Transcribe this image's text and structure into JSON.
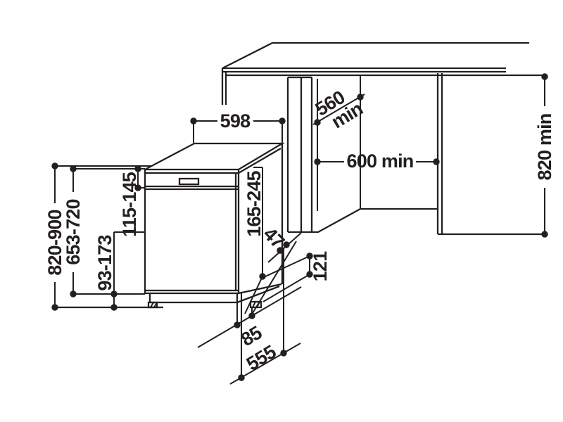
{
  "colors": {
    "background": "#ffffff",
    "line": "#231f20"
  },
  "dimensions": {
    "appliance_width": "598",
    "niche_depth_value": "560",
    "niche_depth_suffix": "min",
    "niche_width": "600 min",
    "niche_height": "820 min",
    "appliance_height_range": "820-900",
    "door_height_range": "653-720",
    "plinth_height_range": "93-173",
    "control_panel_height_range": "115-145",
    "rear_zone_height_range": "165-245",
    "rear_offset": "47",
    "connection_height": "121",
    "foot_recess_depth": "85",
    "base_depth": "555"
  }
}
